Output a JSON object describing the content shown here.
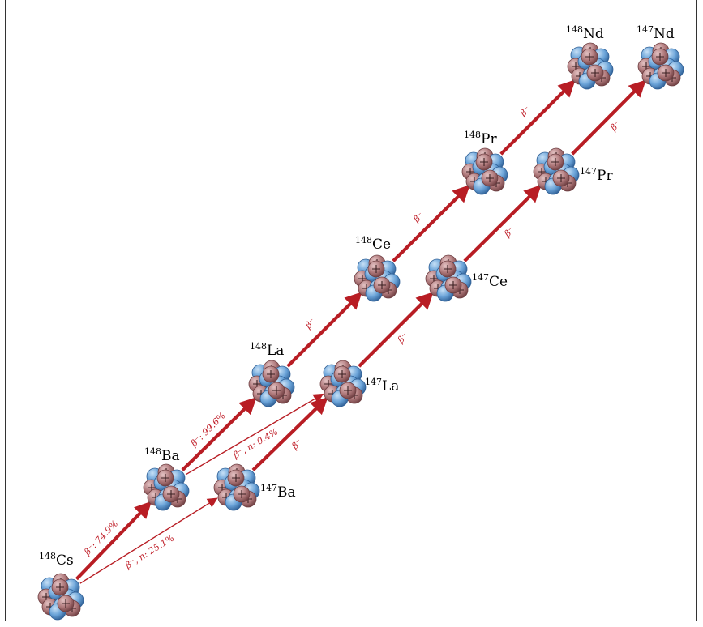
{
  "nuclides": [
    {
      "id": "cs148",
      "mass": "148",
      "symbol": "Cs"
    },
    {
      "id": "ba148",
      "mass": "148",
      "symbol": "Ba"
    },
    {
      "id": "ba147",
      "mass": "147",
      "symbol": "Ba"
    },
    {
      "id": "la148",
      "mass": "148",
      "symbol": "La"
    },
    {
      "id": "la147",
      "mass": "147",
      "symbol": "La"
    },
    {
      "id": "ce148",
      "mass": "148",
      "symbol": "Ce"
    },
    {
      "id": "ce147",
      "mass": "147",
      "symbol": "Ce"
    },
    {
      "id": "pr148",
      "mass": "148",
      "symbol": "Pr"
    },
    {
      "id": "pr147",
      "mass": "147",
      "symbol": "Pr"
    },
    {
      "id": "nd148",
      "mass": "148",
      "symbol": "Nd"
    },
    {
      "id": "nd147",
      "mass": "147",
      "symbol": "Nd"
    }
  ],
  "decays": [
    {
      "id": "cs148-ba148",
      "label": "β⁻: 74.9%"
    },
    {
      "id": "cs148-ba147",
      "label": "β⁻, n: 25.1%"
    },
    {
      "id": "ba148-la148",
      "label": "β⁻: 99.6%"
    },
    {
      "id": "ba148-la147",
      "label": "β⁻, n: 0.4%"
    },
    {
      "id": "ba147-la147",
      "label": "β⁻"
    },
    {
      "id": "la148-ce148",
      "label": "β⁻"
    },
    {
      "id": "la147-ce147",
      "label": "β⁻"
    },
    {
      "id": "ce148-pr148",
      "label": "β⁻"
    },
    {
      "id": "ce147-pr147",
      "label": "β⁻"
    },
    {
      "id": "pr148-nd148",
      "label": "β⁻"
    },
    {
      "id": "pr147-nd147",
      "label": "β⁻"
    }
  ],
  "colors": {
    "arrow": "#b81d24",
    "proton": "#a8686b",
    "neutron": "#5b95cf"
  }
}
